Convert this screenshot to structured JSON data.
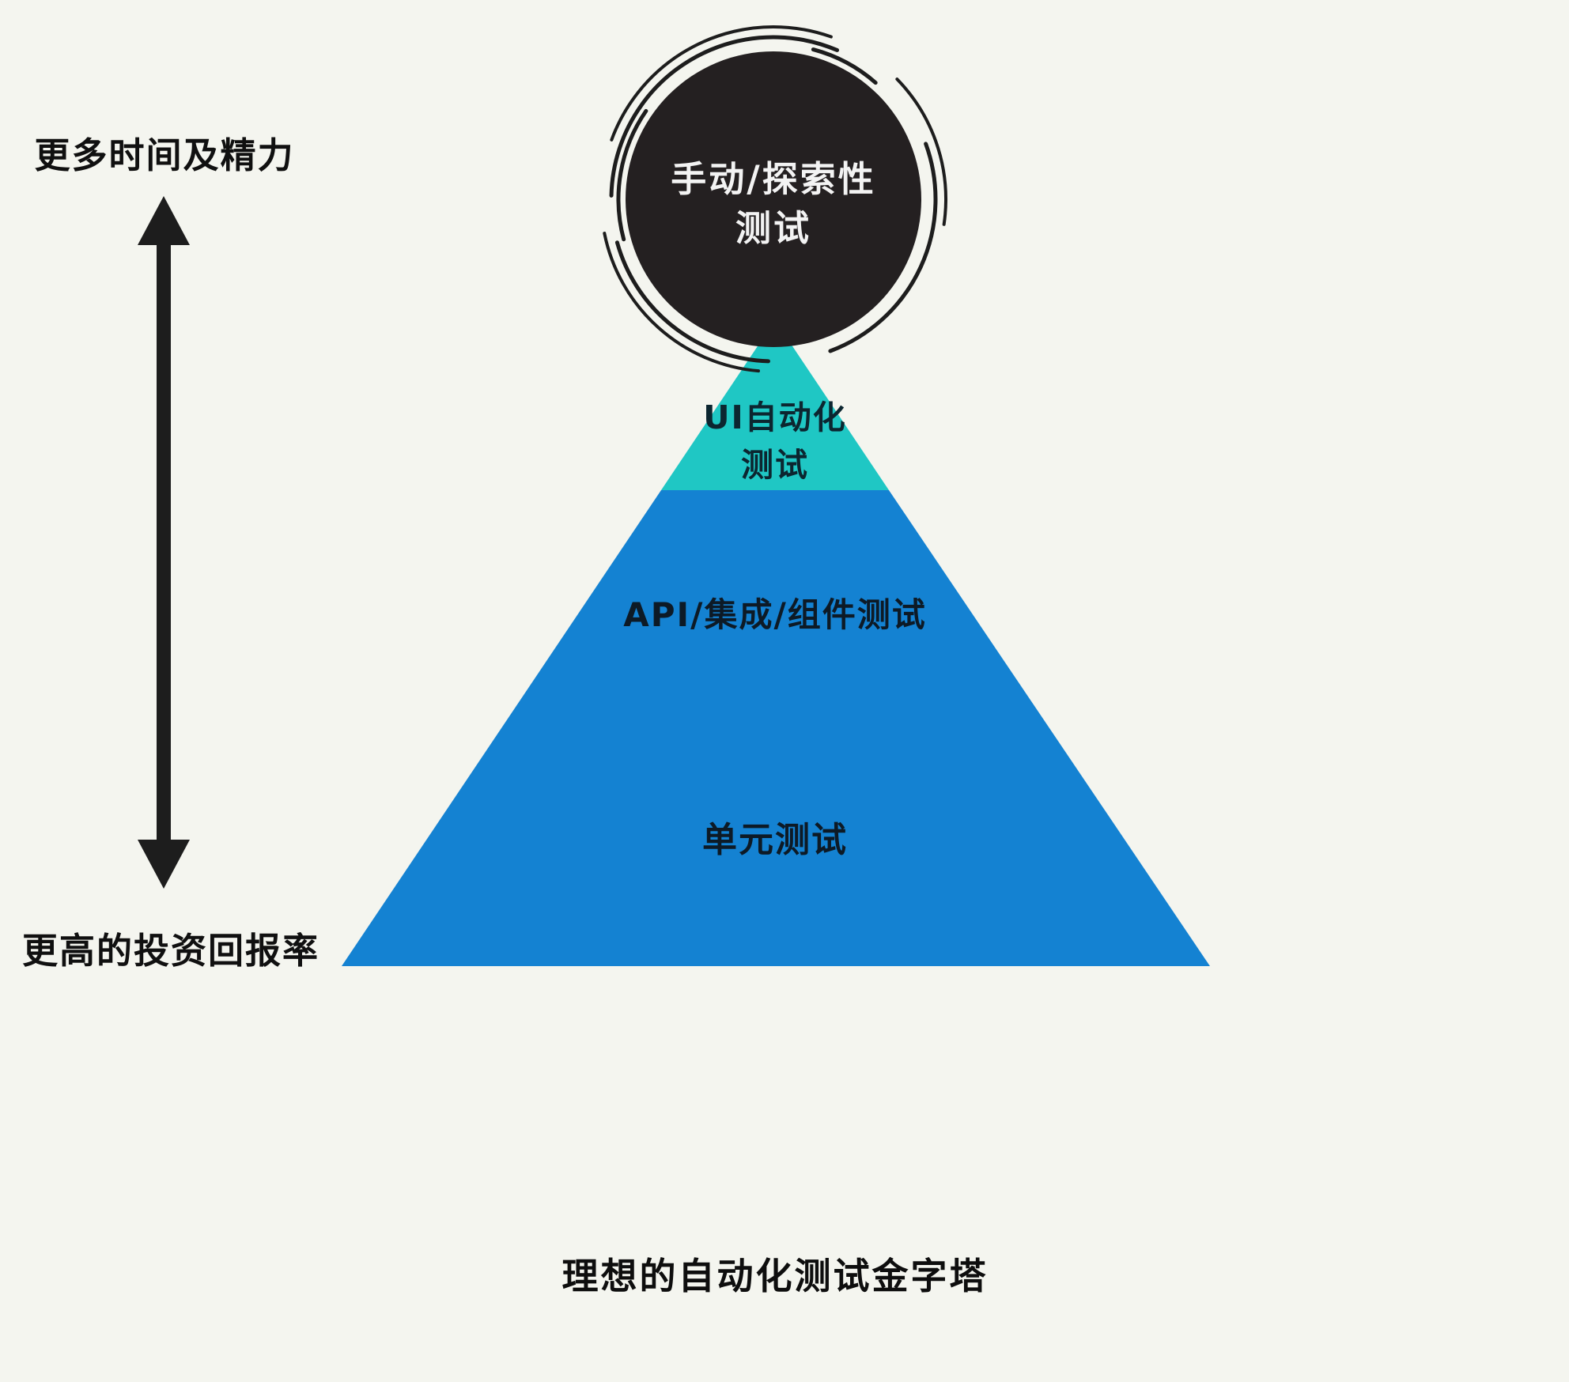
{
  "colors": {
    "background": "#f4f5ef",
    "ink": "#1d1d1d",
    "circle_fill": "#242021",
    "ui_layer_fill": "#1fc7c4",
    "lower_layers_fill": "#1482d2"
  },
  "left_axis": {
    "top_label": "更多时间及精力",
    "bottom_label": "更高的投资回报率"
  },
  "pyramid": {
    "manual": {
      "line1": "手动/探索性",
      "line2": "测试"
    },
    "ui": {
      "line1": "UI自动化",
      "line2": "测试"
    },
    "api": {
      "label": "API/集成/组件测试"
    },
    "unit": {
      "label": "单元测试"
    }
  },
  "caption": "理想的自动化测试金字塔"
}
